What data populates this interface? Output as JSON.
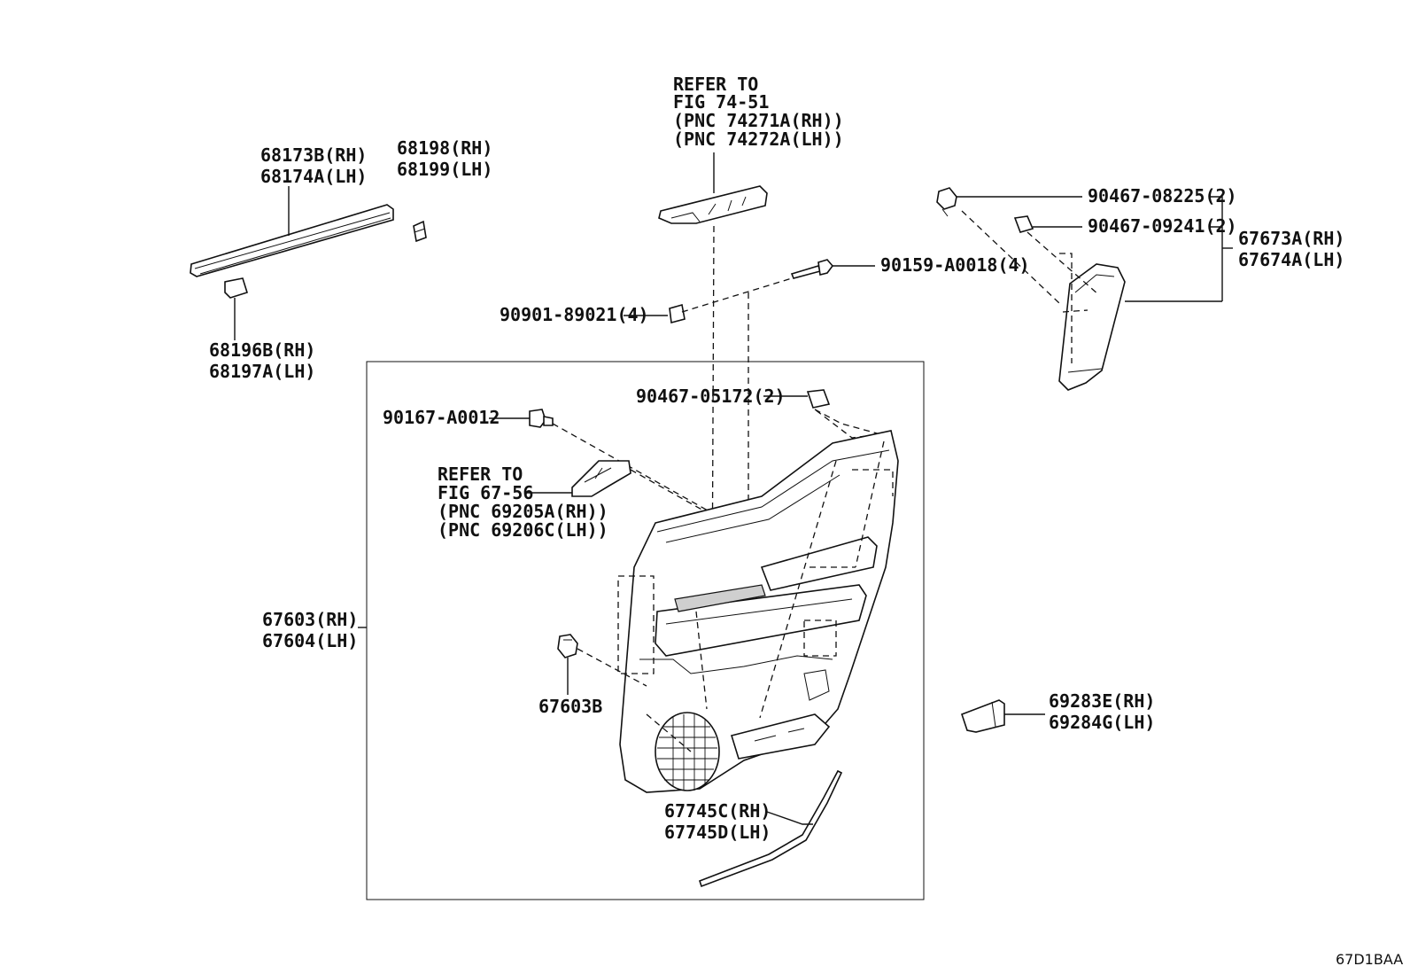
{
  "diagram_code": "67D1BAA",
  "labels": {
    "p68173": [
      "68173B(RH)",
      "68174A(LH)"
    ],
    "p68198": [
      "68198(RH)",
      "68199(LH)"
    ],
    "p68196": [
      "68196B(RH)",
      "68197A(LH)"
    ],
    "refer74": [
      "REFER TO",
      "FIG 74-51",
      "(PNC 74271A(RH))",
      "(PNC 74272A(LH))"
    ],
    "p90901": "90901-89021(4)",
    "p90159": "90159-A0018(4)",
    "p90467_08225": "90467-08225(2)",
    "p90467_09241": "90467-09241(2)",
    "p67673": [
      "67673A(RH)",
      "67674A(LH)"
    ],
    "p90467_05172": "90467-05172(2)",
    "p90167": "90167-A0012",
    "refer67": [
      "REFER TO",
      "FIG 67-56",
      "(PNC 69205A(RH))",
      "(PNC 69206C(LH))"
    ],
    "p67603": [
      "67603(RH)",
      "67604(LH)"
    ],
    "p67603B": "67603B",
    "p69283": [
      "69283E(RH)",
      "69284G(LH)"
    ],
    "p67745": [
      "67745C(RH)",
      "67745D(LH)"
    ]
  }
}
